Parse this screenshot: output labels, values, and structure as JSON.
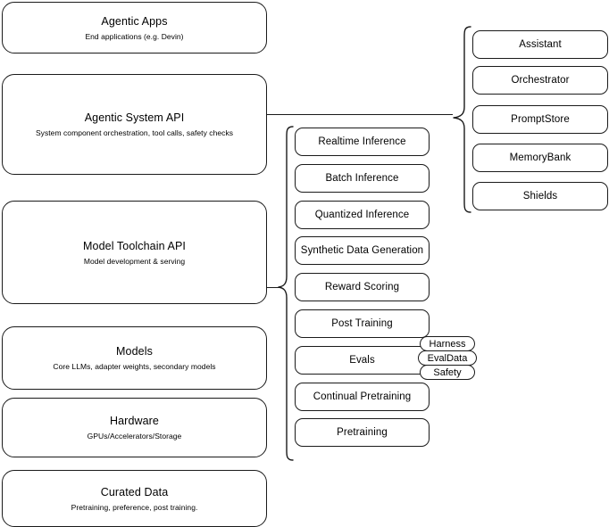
{
  "diagram": {
    "type": "layered-stack-architecture",
    "background_color": "#ffffff",
    "stroke_color": "#1a1a1a",
    "text_color": "#000000"
  },
  "layers": [
    {
      "title": "Agentic Apps",
      "subtitle": "End applications (e.g. Devin)"
    },
    {
      "title": "Agentic System API",
      "subtitle": "System component orchestration, tool calls, safety checks"
    },
    {
      "title": "Model Toolchain API",
      "subtitle": "Model development & serving"
    },
    {
      "title": "Models",
      "subtitle": "Core LLMs, adapter weights, secondary models"
    },
    {
      "title": "Hardware",
      "subtitle": "GPUs/Accelerators/Storage"
    },
    {
      "title": "Curated Data",
      "subtitle": "Pretraining, preference, post training."
    }
  ],
  "toolchain_capabilities": [
    {
      "label": "Realtime Inference"
    },
    {
      "label": "Batch Inference"
    },
    {
      "label": "Quantized Inference"
    },
    {
      "label": "Synthetic Data Generation"
    },
    {
      "label": "Reward Scoring"
    },
    {
      "label": "Post Training"
    },
    {
      "label": "Evals"
    },
    {
      "label": "Continual Pretraining"
    },
    {
      "label": "Pretraining"
    }
  ],
  "eval_badges": [
    {
      "label": "Harness"
    },
    {
      "label": "EvalData"
    },
    {
      "label": "Safety"
    }
  ],
  "system_components": [
    {
      "label": "Assistant"
    },
    {
      "label": "Orchestrator"
    },
    {
      "label": "PromptStore"
    },
    {
      "label": "MemoryBank"
    },
    {
      "label": "Shields"
    }
  ]
}
